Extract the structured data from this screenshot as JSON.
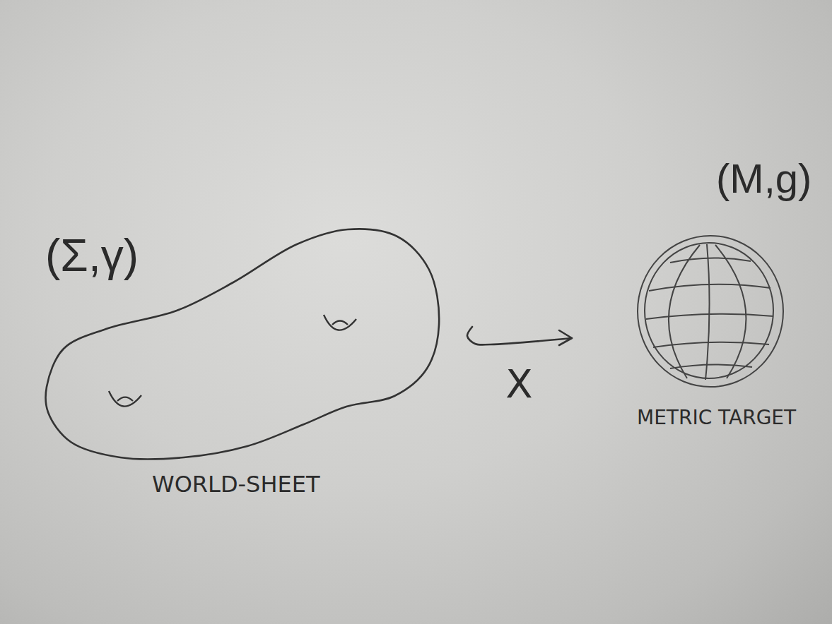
{
  "diagram": {
    "nodes": [
      {
        "text": [
          "(Σ,γ)",
          "WORLD-SHEET"
        ]
      },
      {
        "text": [
          "(M,g)",
          "METRIC TARGET"
        ]
      }
    ],
    "edges": [
      {
        "from": 0,
        "to": 1,
        "arrow": "to",
        "label": "X"
      }
    ]
  }
}
